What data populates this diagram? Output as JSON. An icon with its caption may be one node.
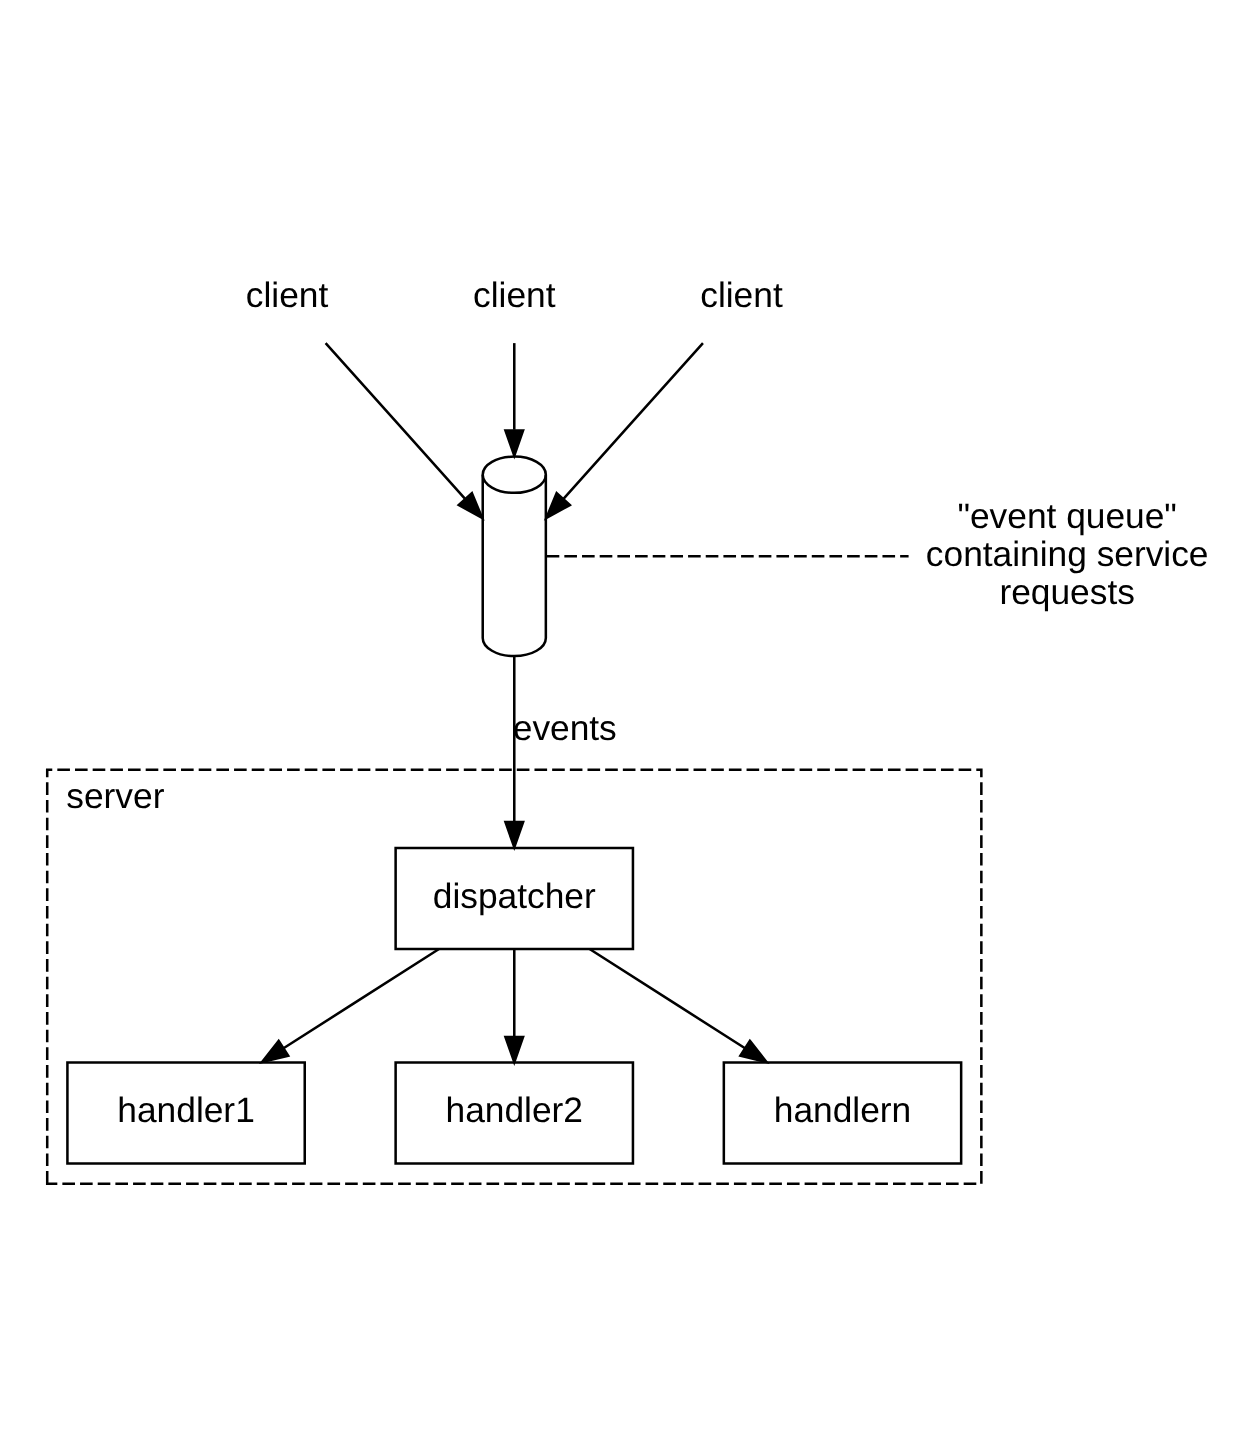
{
  "diagram": {
    "nodes": [
      {
        "text": [
          "client"
        ]
      },
      {
        "text": [
          "client"
        ]
      },
      {
        "text": [
          "client"
        ]
      },
      {
        "text": [],
        "shape": "cylinder"
      },
      {
        "text": [
          "\"event queue\" containing service requests"
        ]
      },
      {
        "text": [
          "server"
        ]
      },
      {
        "text": [
          "dispatcher"
        ],
        "in": 5
      },
      {
        "text": [
          "handler1"
        ],
        "in": 5
      },
      {
        "text": [
          "handler2"
        ],
        "in": 5
      },
      {
        "text": [
          "handlern"
        ],
        "in": 5
      }
    ],
    "edges": [
      {
        "from": 0,
        "to": 3,
        "arrow": "to"
      },
      {
        "from": 1,
        "to": 3,
        "arrow": "to"
      },
      {
        "from": 2,
        "to": 3,
        "arrow": "to"
      },
      {
        "from": 4,
        "to": 3,
        "arrow": "none",
        "style": "dashed"
      },
      {
        "from": 3,
        "to": 6,
        "arrow": "to",
        "label": "events"
      },
      {
        "from": 6,
        "to": 7,
        "arrow": "to"
      },
      {
        "from": 6,
        "to": 8,
        "arrow": "to"
      },
      {
        "from": 6,
        "to": 9,
        "arrow": "to"
      }
    ]
  }
}
